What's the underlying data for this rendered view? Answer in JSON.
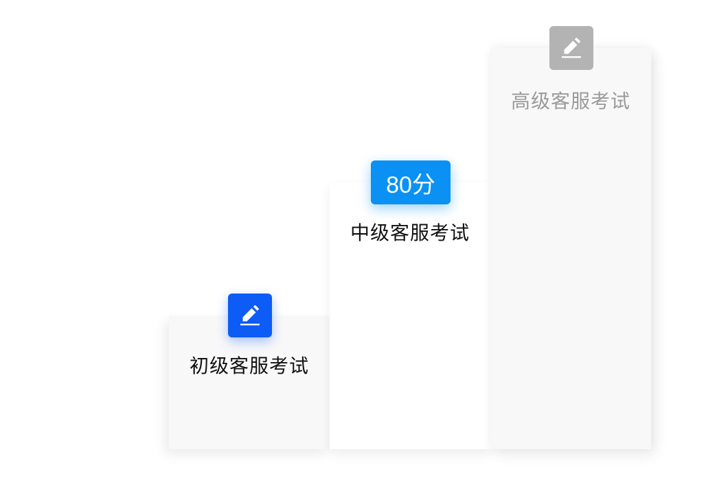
{
  "exam_levels": [
    {
      "label": "初级客服考试",
      "status_icon": "edit-pencil-icon",
      "badge_color": "#0c5cf5"
    },
    {
      "label": "中级客服考试",
      "score": "80分",
      "badge_color": "#0a91f3"
    },
    {
      "label": "高级客服考试",
      "status_icon": "edit-pencil-icon",
      "badge_color": "#b3b3b3"
    }
  ]
}
